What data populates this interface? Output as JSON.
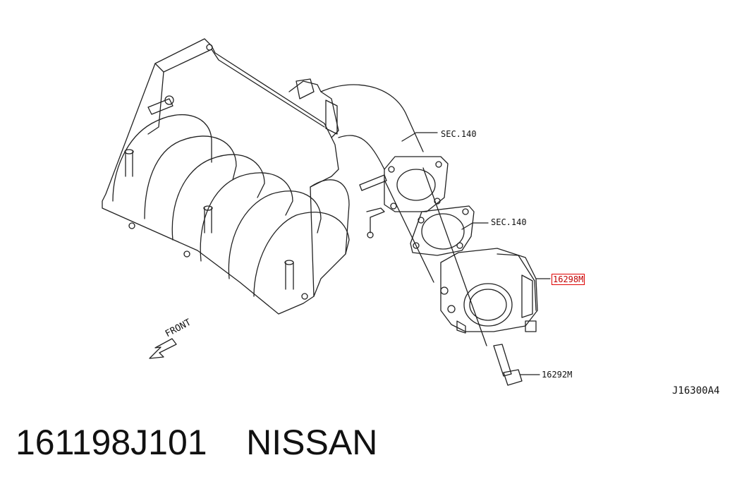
{
  "diagram": {
    "callouts": {
      "sec_upper": "SEC.140",
      "sec_lower": "SEC.140",
      "throttle_body": "16298M",
      "bolt": "16292M"
    },
    "front_label": "FRONT",
    "drawing_code": "J16300A4"
  },
  "caption": {
    "part_number": "161198J101",
    "brand": "NISSAN"
  },
  "colors": {
    "line": "#222222",
    "highlight": "#e00000"
  }
}
